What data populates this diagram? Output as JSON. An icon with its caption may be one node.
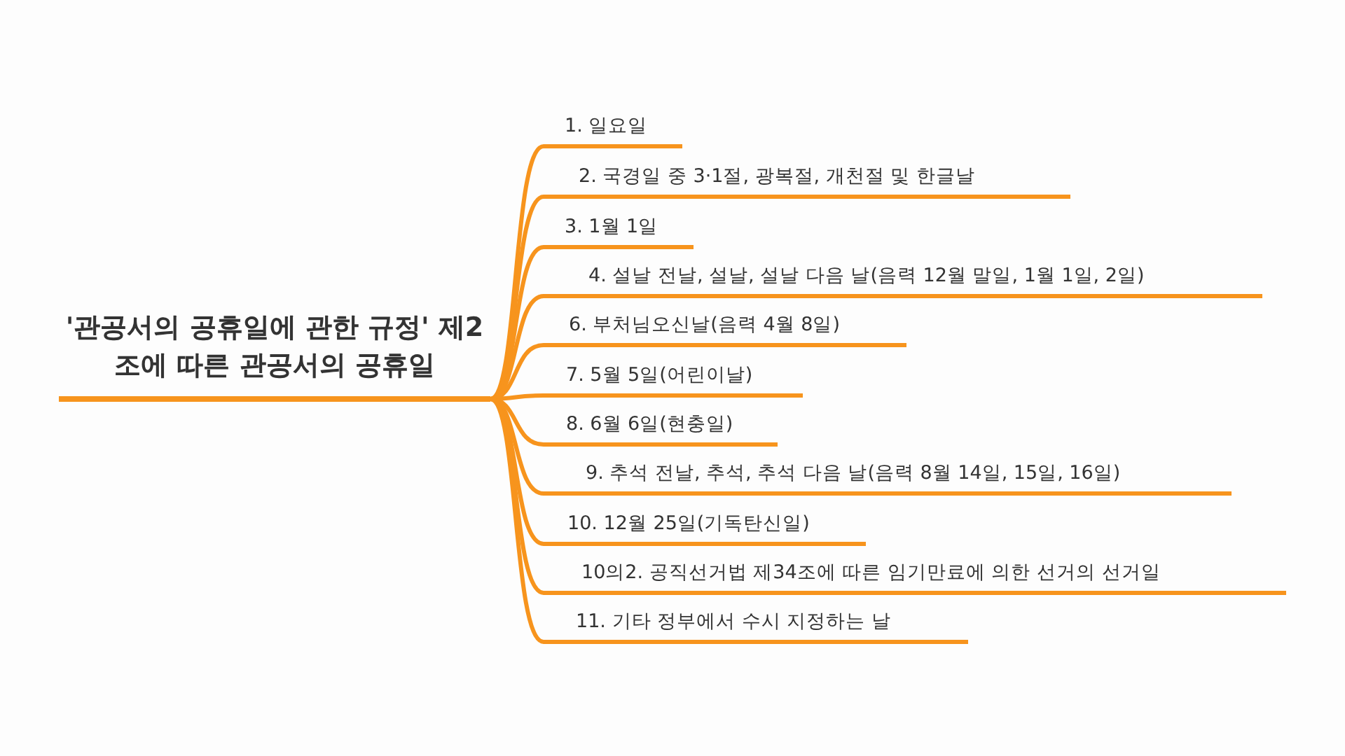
{
  "diagram": {
    "nodes": [
      {
        "text": [
          "'관공서의 공휴일에 관한 규정' 제2조에 따른 관공서의 공휴일"
        ]
      },
      {
        "text": [
          "1. 일요일"
        ]
      },
      {
        "text": [
          "2. 국경일 중 3·1절, 광복절, 개천절 및 한글날"
        ]
      },
      {
        "text": [
          "3. 1월 1일"
        ]
      },
      {
        "text": [
          "4. 설날 전날, 설날, 설날 다음 날(음력 12월 말일, 1월 1일, 2일)"
        ]
      },
      {
        "text": [
          "6. 부처님오신날(음력 4월 8일)"
        ]
      },
      {
        "text": [
          "7. 5월 5일(어린이날)"
        ]
      },
      {
        "text": [
          "8. 6월 6일(현충일)"
        ]
      },
      {
        "text": [
          "9. 추석 전날, 추석, 추석 다음 날(음력 8월 14일, 15일, 16일)"
        ]
      },
      {
        "text": [
          "10. 12월 25일(기독탄신일)"
        ]
      },
      {
        "text": [
          "10의2. 공직선거법 제34조에 따른 임기만료에 의한 선거의 선거일"
        ]
      },
      {
        "text": [
          "11. 기타 정부에서 수시 지정하는 날"
        ]
      }
    ],
    "edges": [
      {
        "from": 0,
        "to": 1,
        "arrow": "none"
      },
      {
        "from": 0,
        "to": 2,
        "arrow": "none"
      },
      {
        "from": 0,
        "to": 3,
        "arrow": "none"
      },
      {
        "from": 0,
        "to": 4,
        "arrow": "none"
      },
      {
        "from": 0,
        "to": 5,
        "arrow": "none"
      },
      {
        "from": 0,
        "to": 6,
        "arrow": "none"
      },
      {
        "from": 0,
        "to": 7,
        "arrow": "none"
      },
      {
        "from": 0,
        "to": 8,
        "arrow": "none"
      },
      {
        "from": 0,
        "to": 9,
        "arrow": "none"
      },
      {
        "from": 0,
        "to": 10,
        "arrow": "none"
      },
      {
        "from": 0,
        "to": 11,
        "arrow": "none"
      }
    ]
  }
}
